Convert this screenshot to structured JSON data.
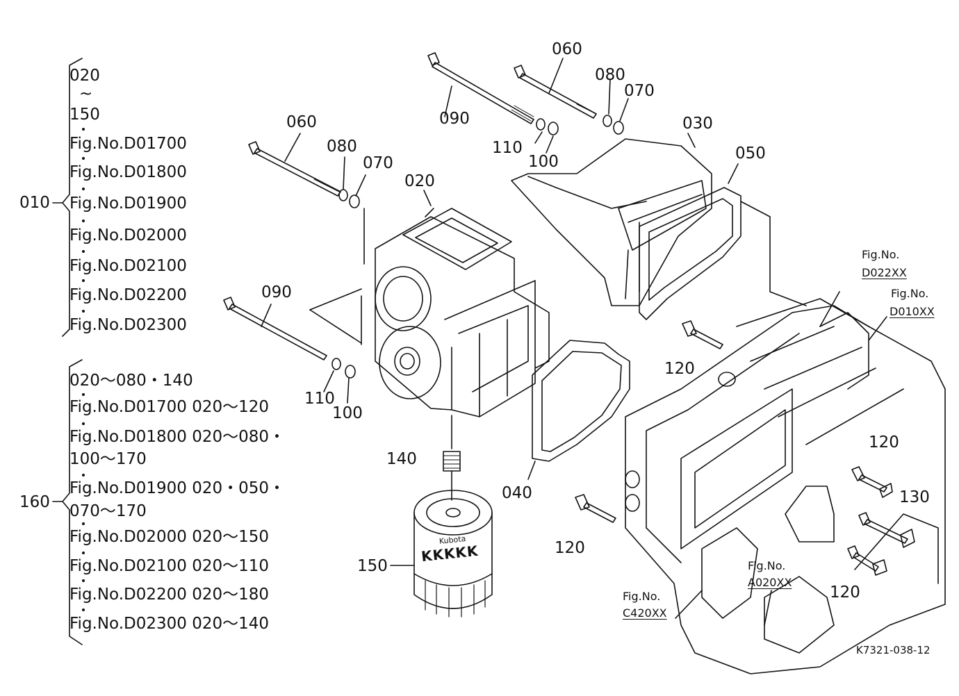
{
  "group_010": {
    "code": "010",
    "lines": [
      "020",
      "~",
      "150",
      "Fig.No.D01700",
      "Fig.No.D01800",
      "Fig.No.D01900",
      "Fig.No.D02000",
      "Fig.No.D02100",
      "Fig.No.D02200",
      "Fig.No.D02300"
    ]
  },
  "group_160": {
    "code": "160",
    "lines": [
      "020～080・140",
      "Fig.No.D01700  020～120",
      "Fig.No.D01800  020～080・",
      "100～170",
      "Fig.No.D01900  020・050・",
      "070～170",
      "Fig.No.D02000  020～150",
      "Fig.No.D02100  020～110",
      "Fig.No.D02200  020～180",
      "Fig.No.D02300  020～140"
    ]
  },
  "callouts": [
    "060",
    "080",
    "070",
    "090",
    "110",
    "100",
    "030",
    "060",
    "080",
    "070",
    "020",
    "050",
    "090",
    "110",
    "100",
    "120",
    "140",
    "040",
    "120",
    "120",
    "130",
    "150",
    "120"
  ],
  "fig_refs": [
    {
      "top": "Fig.No.",
      "bottom": "D022XX"
    },
    {
      "top": "Fig.No.",
      "bottom": "D010XX"
    },
    {
      "top": "Fig.No.",
      "bottom": "A020XX"
    },
    {
      "top": "Fig.No.",
      "bottom": "C420XX"
    }
  ],
  "filter_brand": "Kubota",
  "filter_mark": "KKKKK",
  "drawing_number": "K7321-038-12"
}
